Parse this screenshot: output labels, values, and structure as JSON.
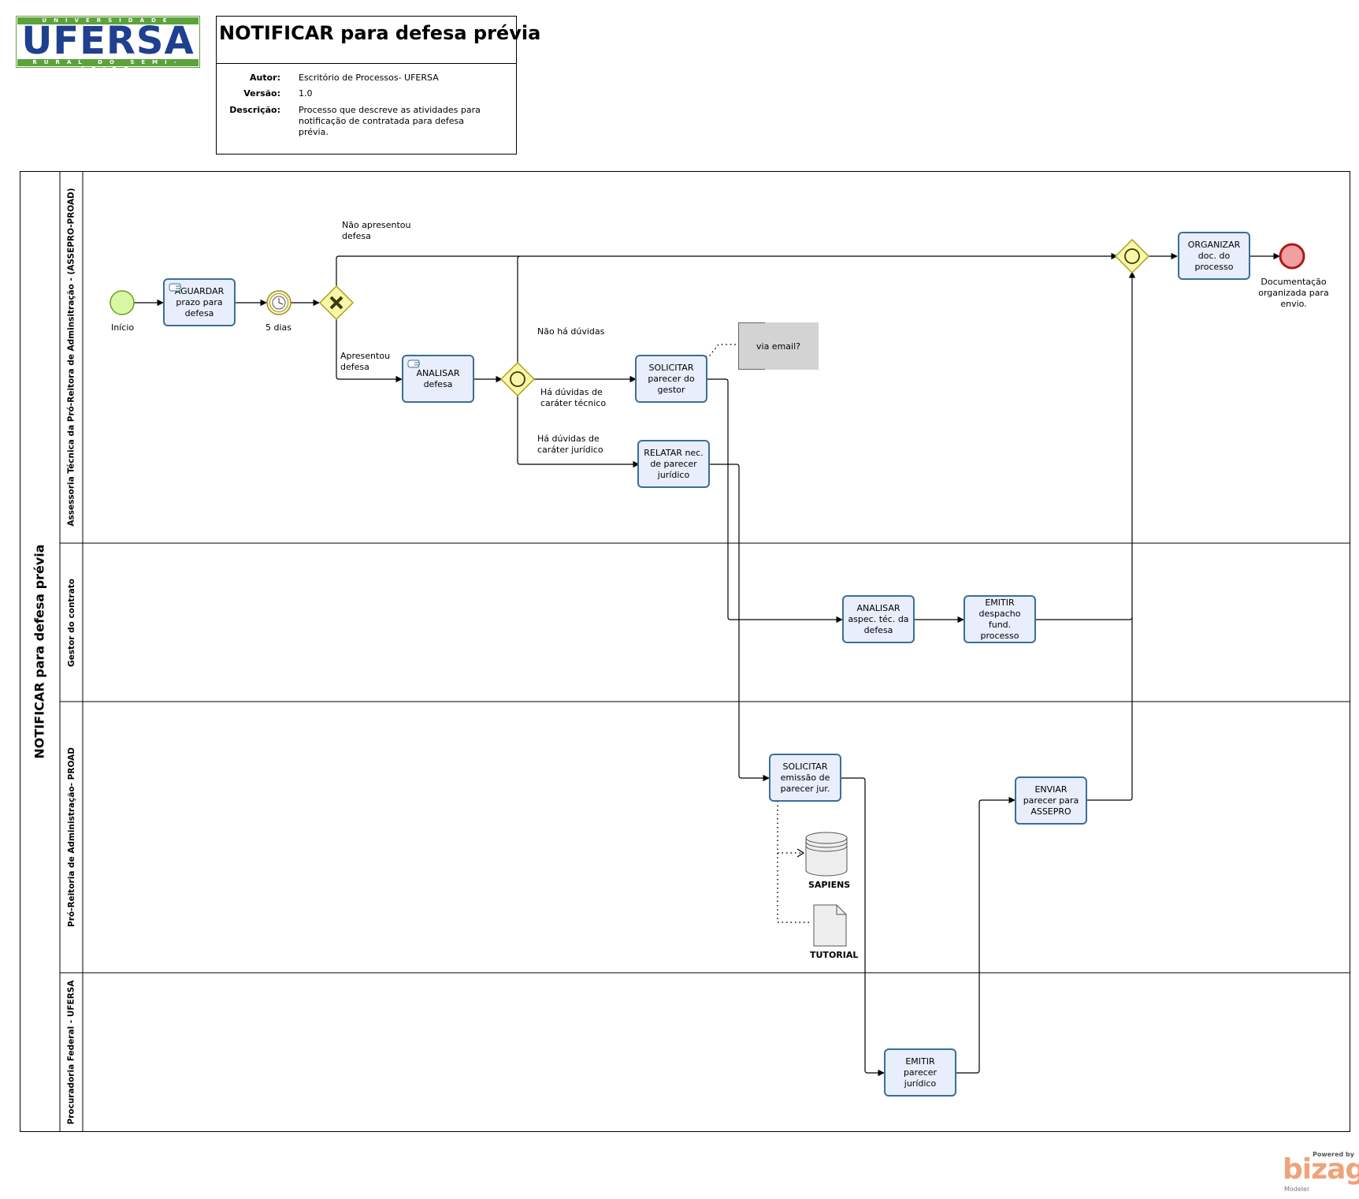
{
  "logo": {
    "top_text": "UNIVERSIDADE FEDERAL",
    "main_text": "UFERSA",
    "bottom_text": "RURAL DO SEMI-ÁRIDO"
  },
  "header": {
    "title": "NOTIFICAR para defesa prévia",
    "author_label": "Autor:",
    "author_value": "Escritório de Processos- UFERSA",
    "version_label": "Versão:",
    "version_value": "1.0",
    "description_label": "Descrição:",
    "description_value": "Processo que descreve as atividades para notificação de contratada para defesa prévia."
  },
  "pool": {
    "title": "NOTIFICAR para defesa prévia"
  },
  "lanes": [
    {
      "label": "Assessoria Técnica da Pró-Reitora de Adminsitração - (ASSEPRO-PROAD)"
    },
    {
      "label": "Gestor do contrato"
    },
    {
      "label": "Pró-Reitoria de Administração- PROAD"
    },
    {
      "label": "Procuradoria Federal - UFERSA"
    }
  ],
  "events": {
    "start": "Início",
    "timer": "5 dias",
    "end": "Documentação organizada para envio."
  },
  "tasks": {
    "aguardar": "AGUARDAR prazo para defesa",
    "analisar_defesa": "ANALISAR defesa",
    "solicitar_gestor": "SOLICITAR parecer do gestor",
    "relatar": "RELATAR nec. de parecer jurídico",
    "organizar": "ORGANIZAR doc. do processo",
    "analisar_aspec": "ANALISAR aspec. téc. da defesa",
    "emitir_despacho": "EMITIR despacho fund. processo",
    "solicitar_emissao": "SOLICITAR emissão de parecer jur.",
    "enviar_parecer": "ENVIAR parecer para ASSEPRO",
    "emitir_parecer": "EMITIR parecer jurídico"
  },
  "flow_labels": {
    "nao_apresentou": "Não apresentou defesa",
    "apresentou": "Apresentou defesa",
    "nao_ha_duvidas": "Não há dúvidas",
    "duvidas_tecnico": "Há dúvidas de caráter técnico",
    "duvidas_juridico": "Há dúvidas de caráter jurídico"
  },
  "annotation": "via email?",
  "artifacts": {
    "database": "SAPIENS",
    "document": "TUTORIAL"
  },
  "branding": {
    "powered_by": "Powered by",
    "name": "bizagi",
    "product": "Modeler"
  },
  "colors": {
    "task_fill": "#e8eefb",
    "task_border": "#3b6e98",
    "start_fill": "#d9f7a3",
    "start_border": "#6a9f1f",
    "end_fill": "#f0a0a0",
    "end_border": "#b01818",
    "gateway_fill": "#fbf7a8",
    "gateway_border": "#a6a21b",
    "logo_blue": "#1f3f8f",
    "logo_green": "#5ca23b"
  }
}
